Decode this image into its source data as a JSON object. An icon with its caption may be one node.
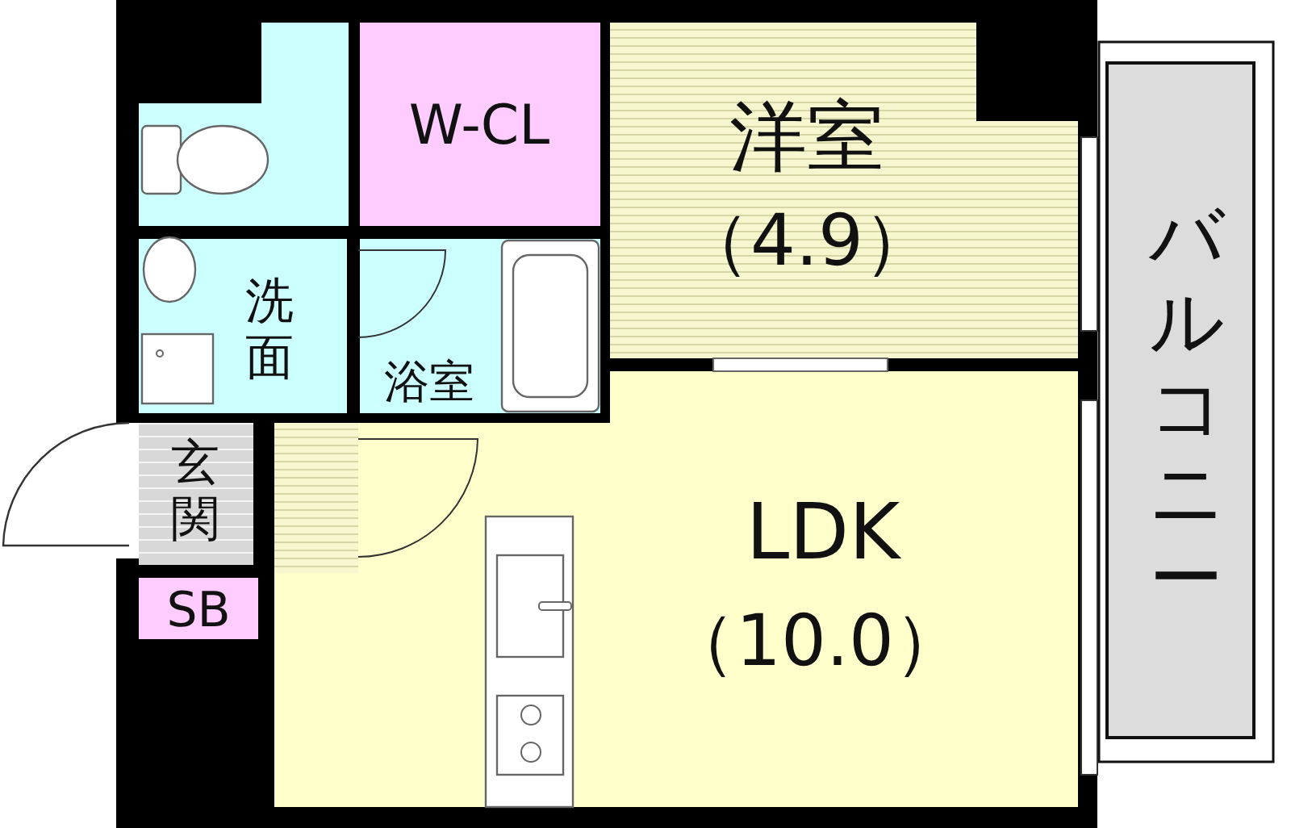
{
  "diagram": {
    "nodes": [
      {
        "text": [],
        "shape": "box"
      },
      {
        "text": [
          "W-CL"
        ]
      },
      {
        "text": [
          "洋室",
          "（4.9）"
        ]
      },
      {
        "text": [
          "洗面"
        ]
      },
      {
        "text": [
          "浴室"
        ]
      },
      {
        "text": [
          "玄関"
        ]
      },
      {
        "text": [
          "SB"
        ]
      },
      {
        "text": [
          "LDK",
          "（10.0）"
        ]
      },
      {
        "text": [
          "バルコニー"
        ]
      }
    ]
  }
}
